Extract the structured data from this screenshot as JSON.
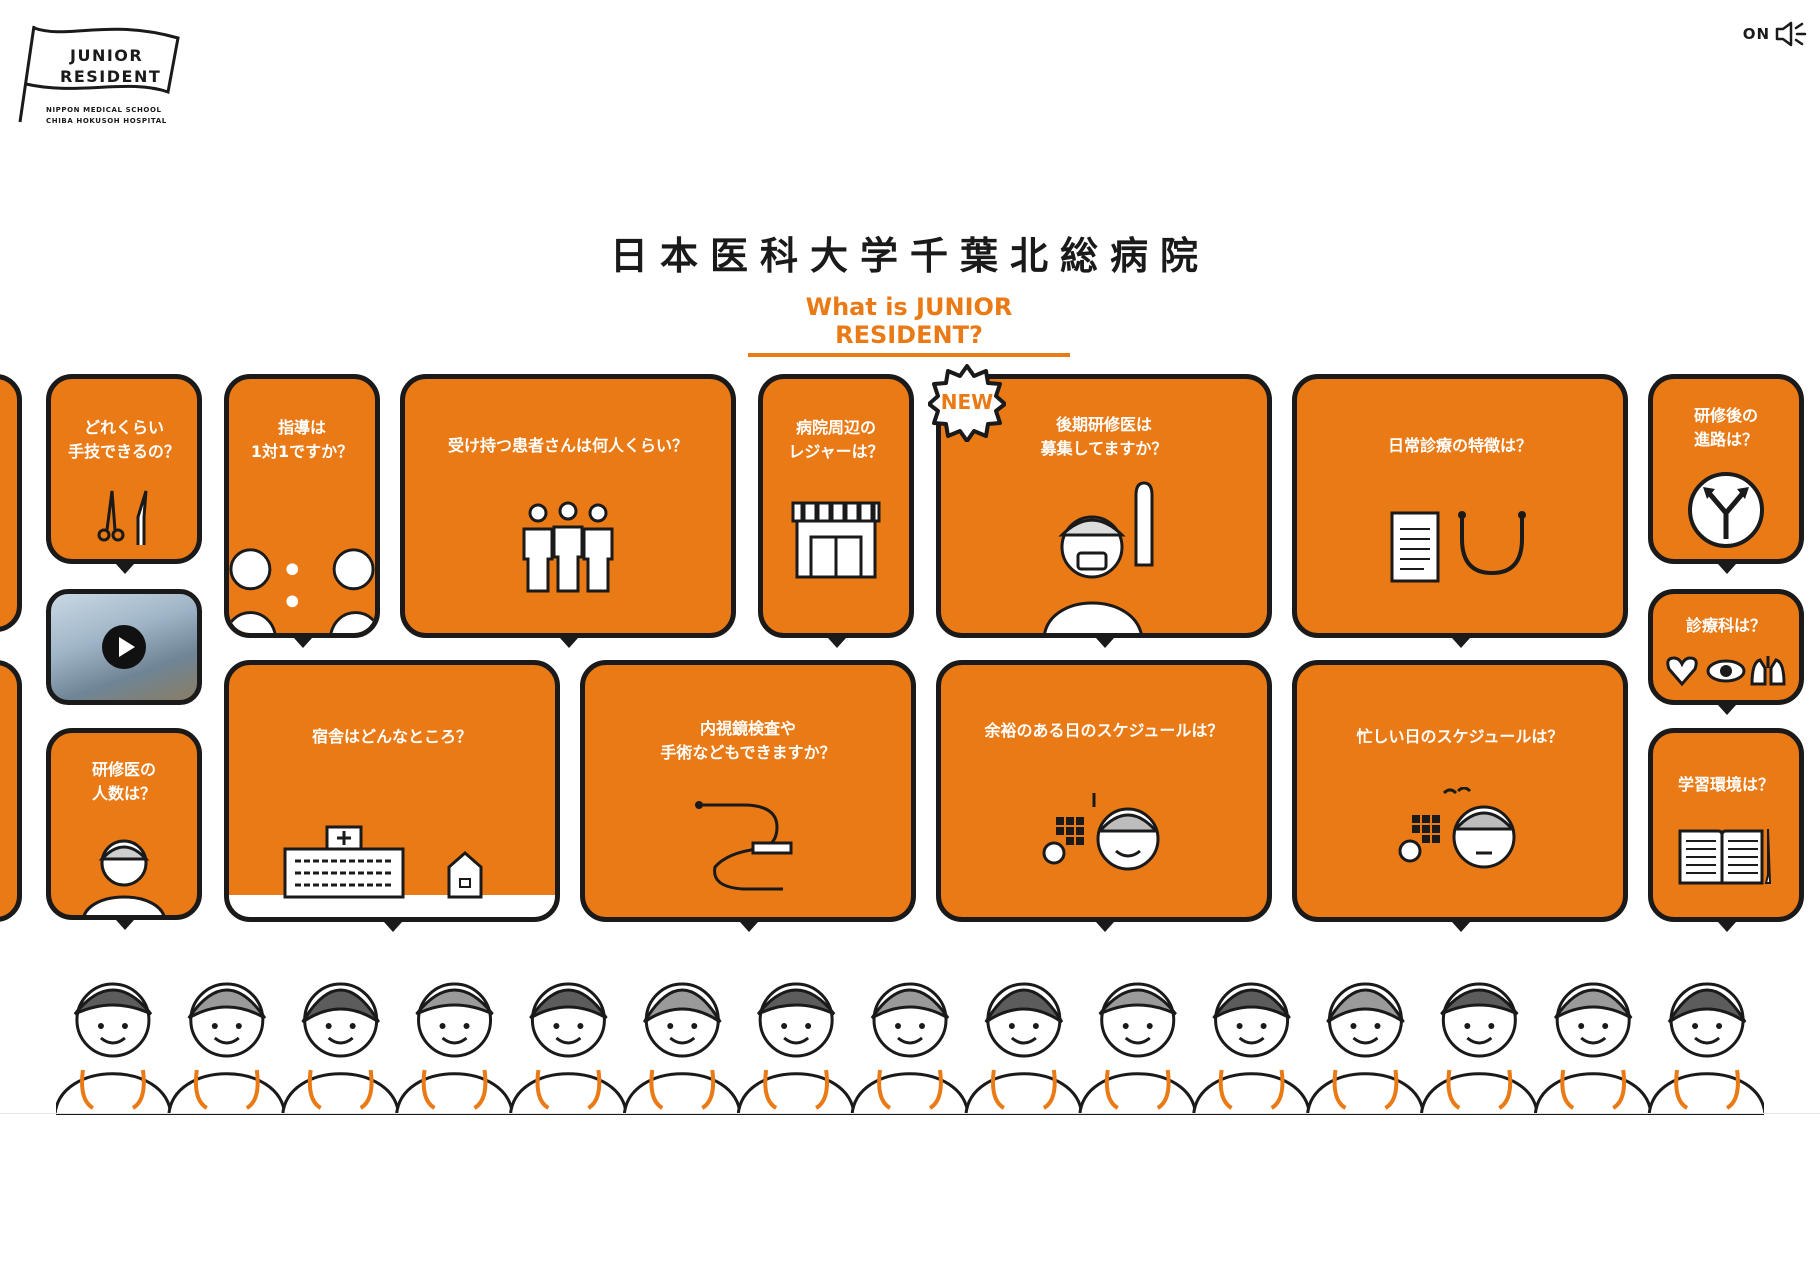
{
  "logo": {
    "line1": "JUNIOR",
    "line2": "RESIDENT",
    "sub1": "NIPPON MEDICAL SCHOOL",
    "sub2": "CHIBA HOKUSOH HOSPITAL"
  },
  "sound": {
    "label": "ON",
    "icon": "speaker-icon"
  },
  "header": {
    "title": "日本医科大学千葉北総病院",
    "link": "What is JUNIOR RESIDENT?"
  },
  "colors": {
    "accent": "#ea7a16",
    "ink": "#1a1a1a",
    "background": "#ffffff"
  },
  "cards": {
    "skills": {
      "text": "どれくらい\n手技できるの？",
      "icon": "surgical-tools-icon"
    },
    "ratio": {
      "text": "指導は\n1対1ですか？",
      "icon": "doctor-pair-icon"
    },
    "patients": {
      "text": "受け持つ患者さんは何人くらい？",
      "icon": "people-group-icon"
    },
    "leisure": {
      "text": "病院周辺の\nレジャーは？",
      "icon": "shop-icon"
    },
    "recruit": {
      "text": "後期研修医は\n募集してますか？",
      "badge": "NEW",
      "icon": "raised-hand-doctor-icon"
    },
    "features": {
      "text": "日常診療の特徴は？",
      "icon": "clipboard-stethoscope-icon"
    },
    "career": {
      "text": "研修後の\n進路は？",
      "icon": "fork-arrow-icon"
    },
    "video": {
      "icon": "play-icon"
    },
    "count": {
      "text": "研修医の\n人数は？",
      "icon": "doctor-icon"
    },
    "dorm": {
      "text": "宿舎はどんなところ？",
      "icon": "hospital-house-icon"
    },
    "endoscope": {
      "text": "内視鏡検査や\n手術などもできますか？",
      "icon": "endoscope-icon"
    },
    "relaxed": {
      "text": "余裕のある日のスケジュールは？",
      "icon": "calendar-happy-icon"
    },
    "busy": {
      "text": "忙しい日のスケジュールは？",
      "icon": "calendar-tired-icon"
    },
    "departments": {
      "text": "診療科は？",
      "icon": "organs-icon"
    },
    "study": {
      "text": "学習環境は？",
      "icon": "book-icon"
    }
  },
  "crowd": {
    "icon": "residents-group-illustration",
    "count": 15
  }
}
